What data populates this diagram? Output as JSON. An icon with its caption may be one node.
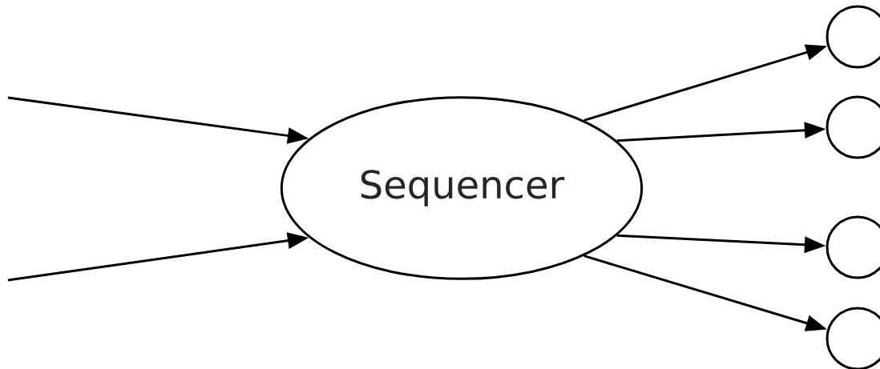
{
  "diagram": {
    "nodes": [
      {
        "text": [
          "Sequencer"
        ]
      },
      {
        "text": [],
        "shape": "circle"
      },
      {
        "text": [],
        "shape": "circle"
      },
      {
        "text": [],
        "shape": "circle"
      },
      {
        "text": [],
        "shape": "circle"
      }
    ],
    "edges": [
      {
        "from": null,
        "to": 0,
        "arrow": "to"
      },
      {
        "from": null,
        "to": 0,
        "arrow": "to"
      },
      {
        "from": 0,
        "to": 1,
        "arrow": "to"
      },
      {
        "from": 0,
        "to": 2,
        "arrow": "to"
      },
      {
        "from": 0,
        "to": 3,
        "arrow": "to"
      },
      {
        "from": 0,
        "to": 4,
        "arrow": "to"
      }
    ]
  }
}
